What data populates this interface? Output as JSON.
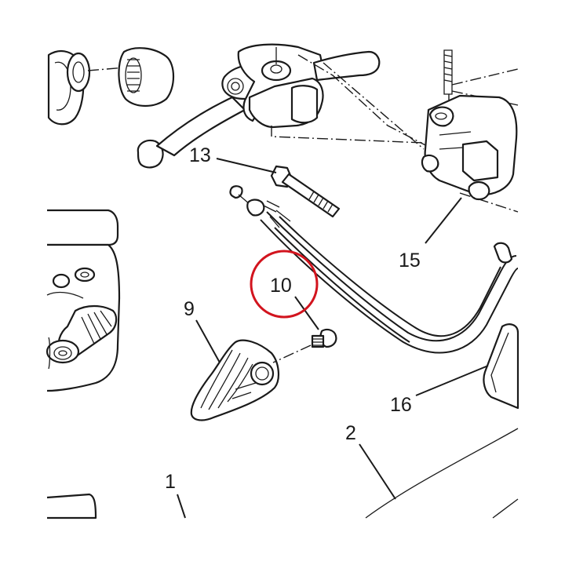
{
  "labels": {
    "l13": "13",
    "l15": "15",
    "l10": "10",
    "l9": "9",
    "l16": "16",
    "l2": "2",
    "l1": "1"
  },
  "highlight": {
    "part": "10",
    "color": "#d2141e"
  }
}
